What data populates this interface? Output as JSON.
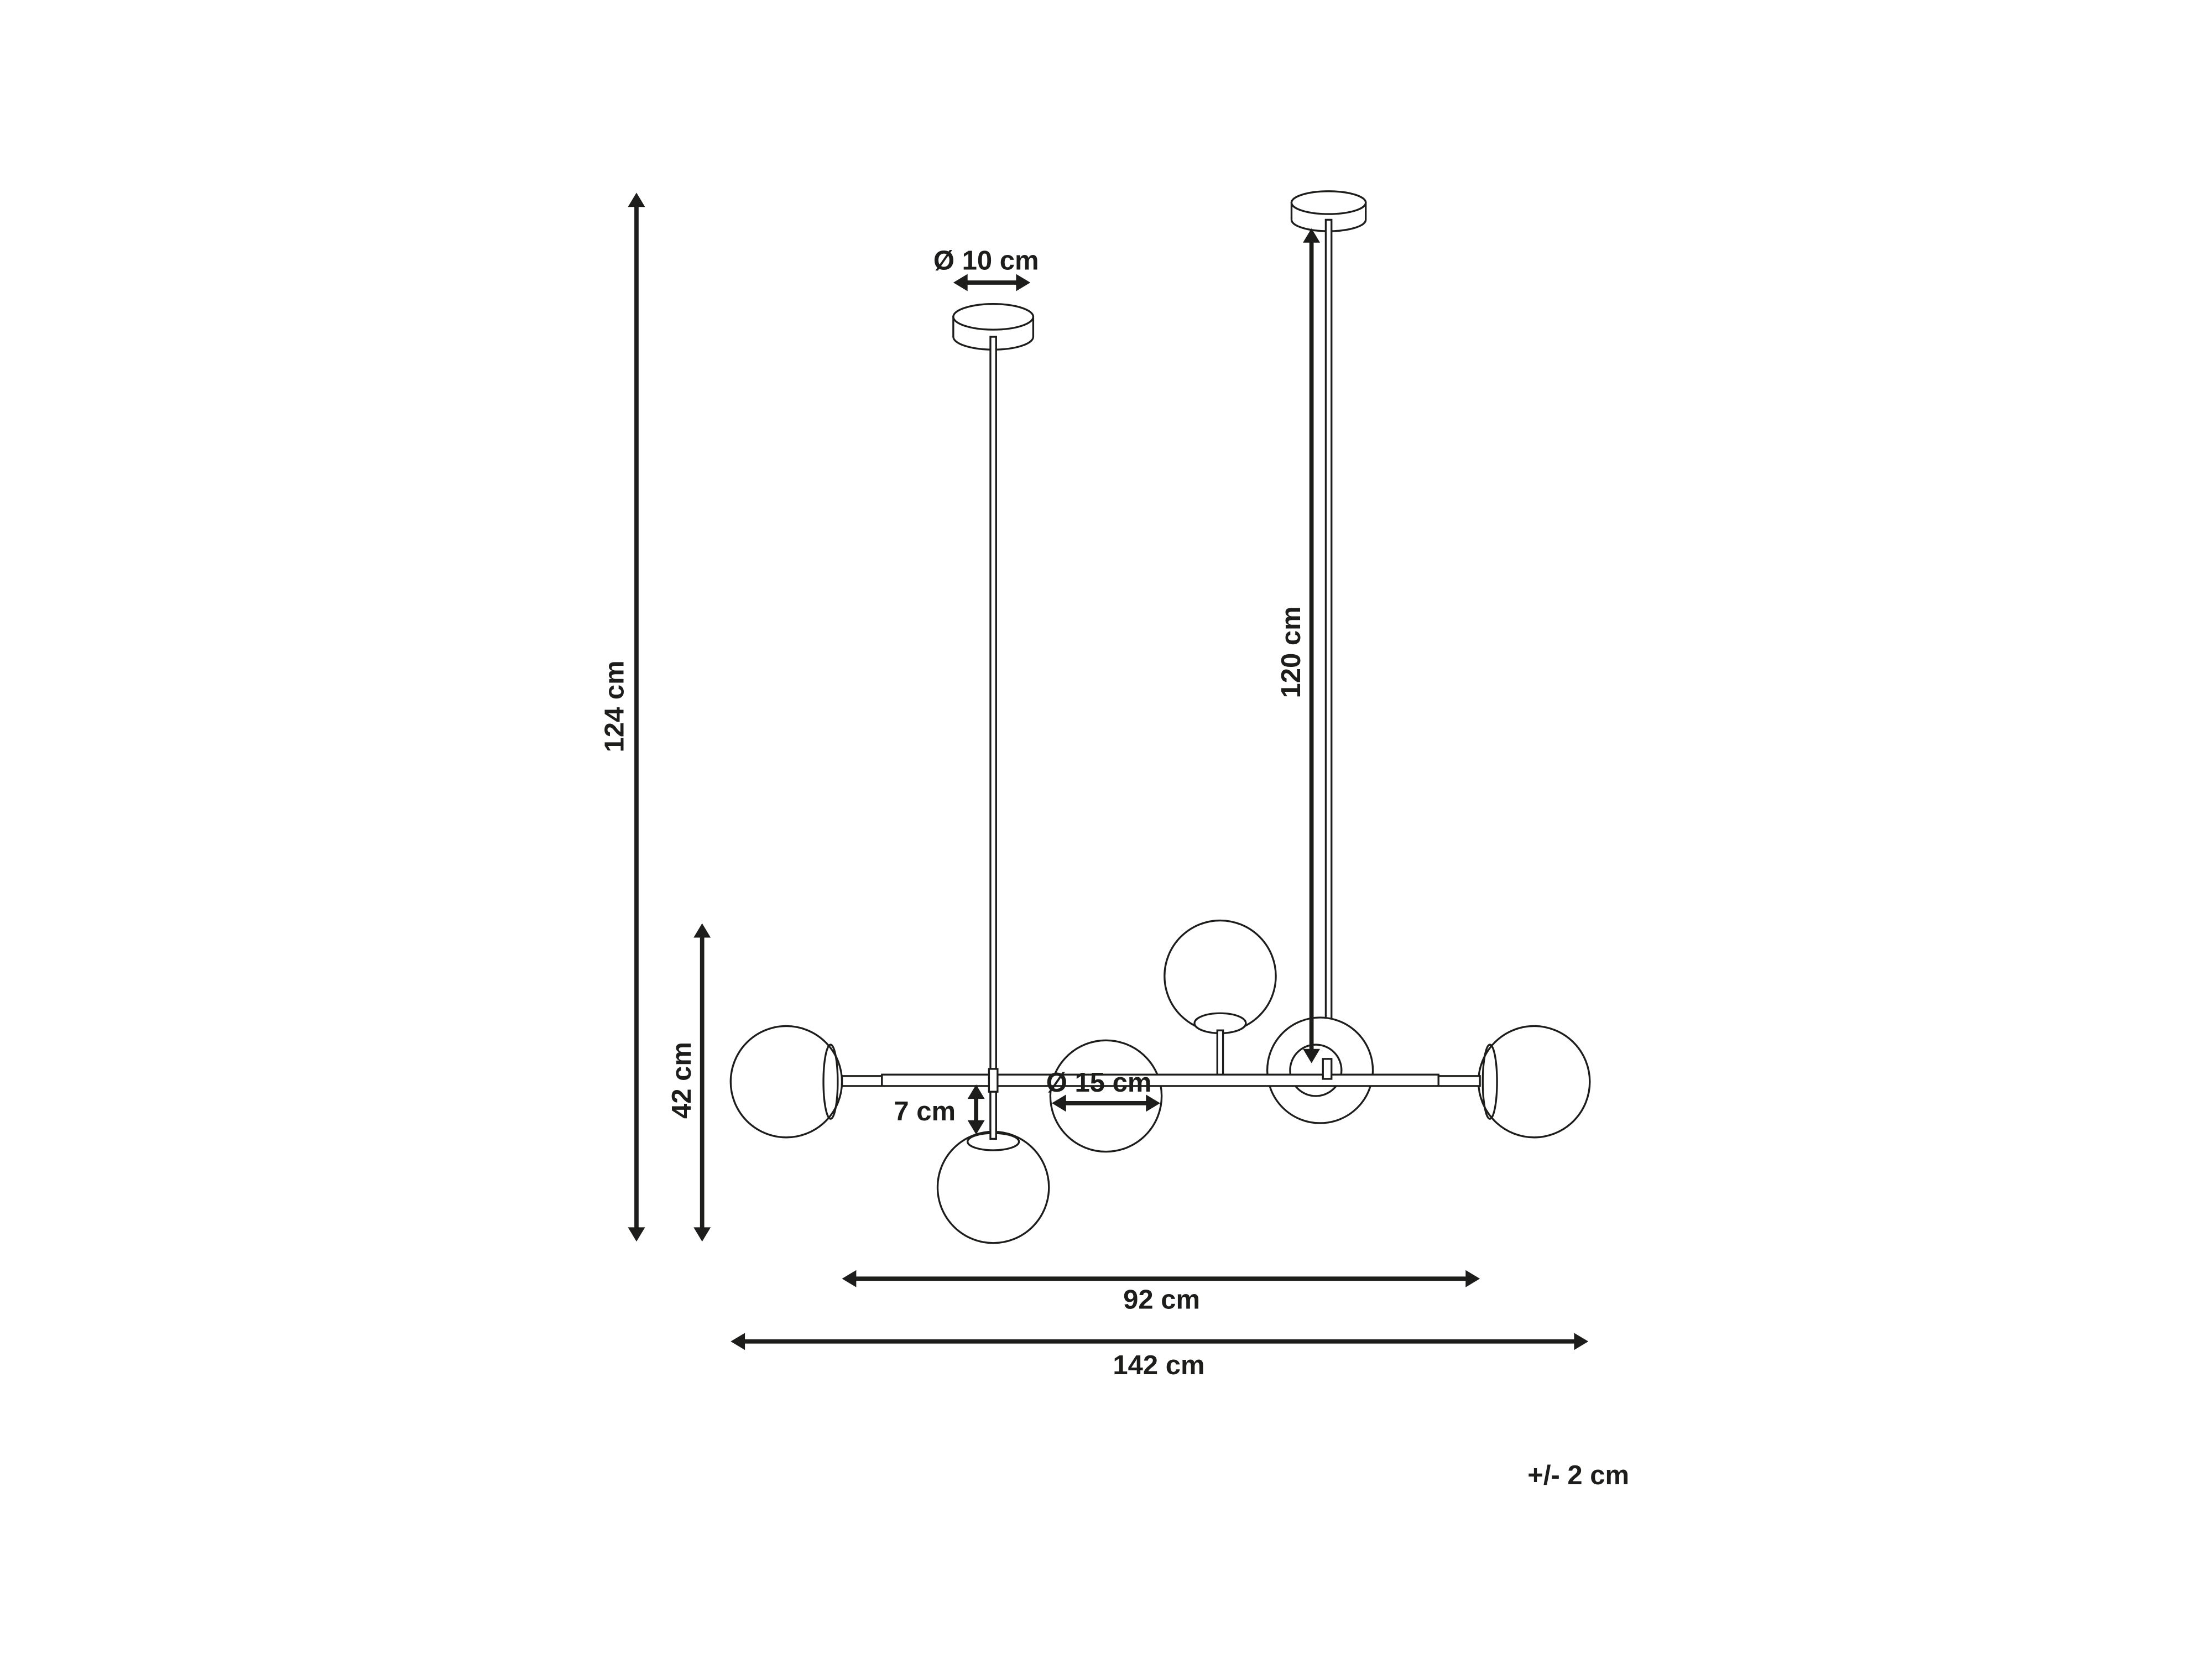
{
  "dimensions": {
    "total_height": "124 cm",
    "cable_length": "120 cm",
    "body_height": "42 cm",
    "canopy_diameter": "Ø 10 cm",
    "globe_diameter": "Ø 15 cm",
    "stem_length": "7 cm",
    "bar_width": "92 cm",
    "total_width": "142 cm"
  },
  "tolerance": "+/- 2 cm",
  "colors": {
    "line": "#1d1d1b",
    "background": "#ffffff"
  }
}
